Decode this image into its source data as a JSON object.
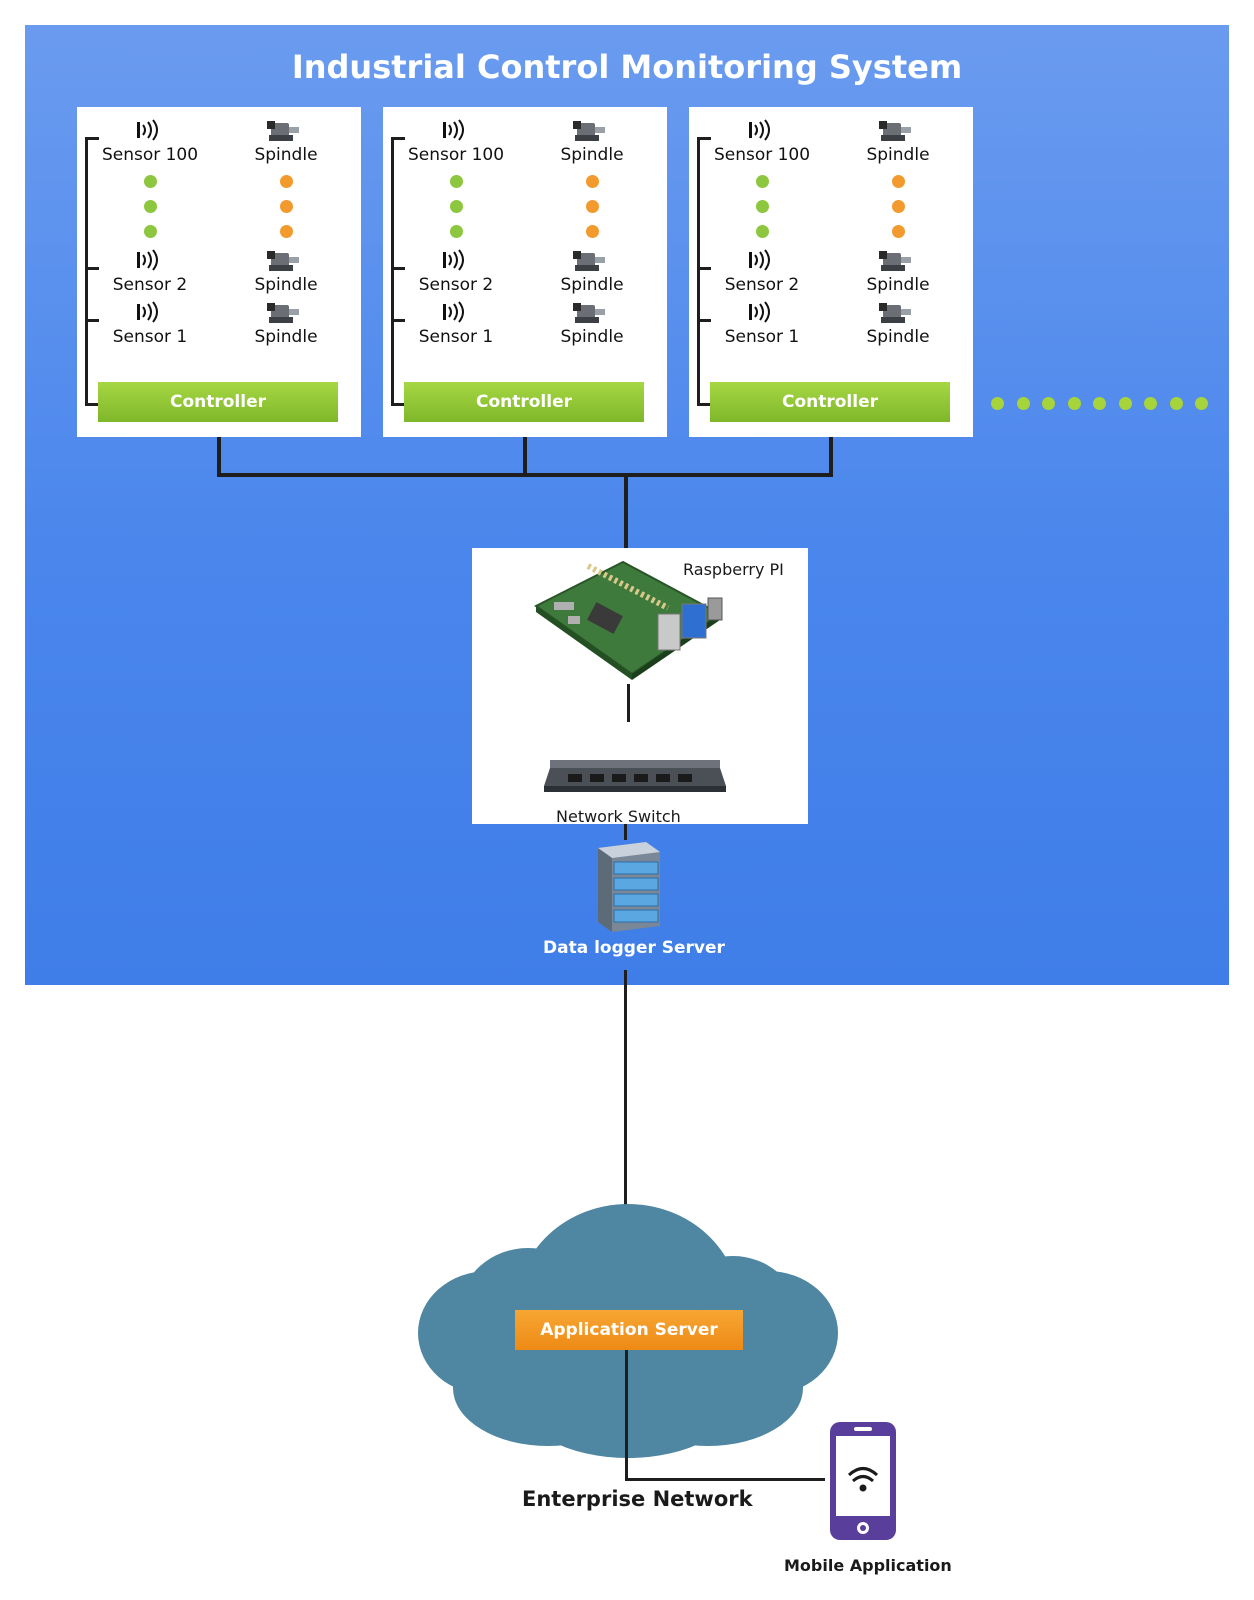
{
  "diagram": {
    "title": "Industrial Control Monitoring System",
    "sensor_labels": [
      "Sensor 100",
      "Sensor 2",
      "Sensor 1"
    ],
    "spindle_label": "Spindle",
    "controller_label": "Controller",
    "raspberry_label": "Raspberry PI",
    "switch_label": "Network Switch",
    "datalogger_label": "Data logger Server",
    "app_server_label": "Application Server",
    "enterprise_label": "Enterprise Network",
    "mobile_label": "Mobile Application",
    "colors": {
      "panel_blue": "#4a86ec",
      "controller_green": "#8dc63f",
      "indicator_orange": "#f39a2e",
      "cloud_teal": "#4f86a1",
      "app_server_orange": "#f39a2e",
      "phone_purple": "#5a3e9c"
    }
  }
}
